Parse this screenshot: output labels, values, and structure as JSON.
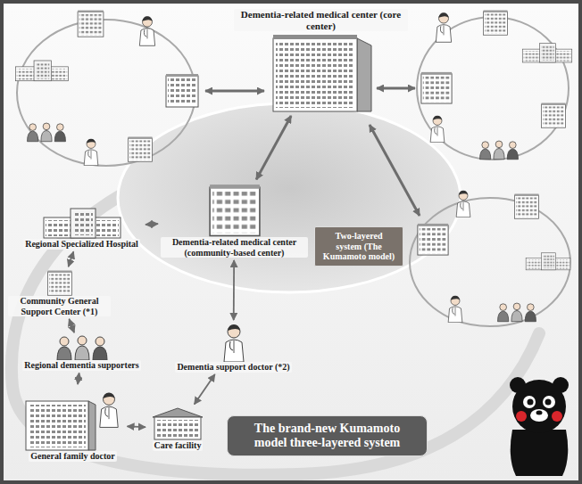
{
  "diagram": {
    "nodes": [
      {
        "text": [
          "Dementia-related medical center (core center)"
        ]
      },
      {
        "text": [
          "Two-layered system (The Kumamoto model)"
        ]
      },
      {
        "text": [
          "Dementia-related medical center (community-based center)"
        ]
      },
      {
        "text": [
          "Regional Specialized Hospital"
        ]
      },
      {
        "text": [
          "Community General Support Center (*1)"
        ]
      },
      {
        "text": [
          "Dementia support doctor (*2)"
        ]
      },
      {
        "text": [
          "Regional dementia supporters"
        ]
      },
      {
        "text": [
          "General family doctor"
        ]
      },
      {
        "text": [
          "Care facility"
        ]
      },
      {
        "text": [
          "The brand-new Kumamoto model three-layered system"
        ]
      }
    ],
    "edges": [
      {
        "from": 0,
        "to": 2,
        "arrow": "both"
      },
      {
        "from": 2,
        "to": 3,
        "arrow": "both"
      },
      {
        "from": 3,
        "to": 4,
        "arrow": "both"
      },
      {
        "from": 4,
        "to": 6,
        "arrow": "both"
      },
      {
        "from": 6,
        "to": 7,
        "arrow": "both"
      },
      {
        "from": 7,
        "to": 8,
        "arrow": "both"
      },
      {
        "from": 8,
        "to": 5,
        "arrow": "both"
      },
      {
        "from": 5,
        "to": 2,
        "arrow": "both"
      }
    ]
  }
}
